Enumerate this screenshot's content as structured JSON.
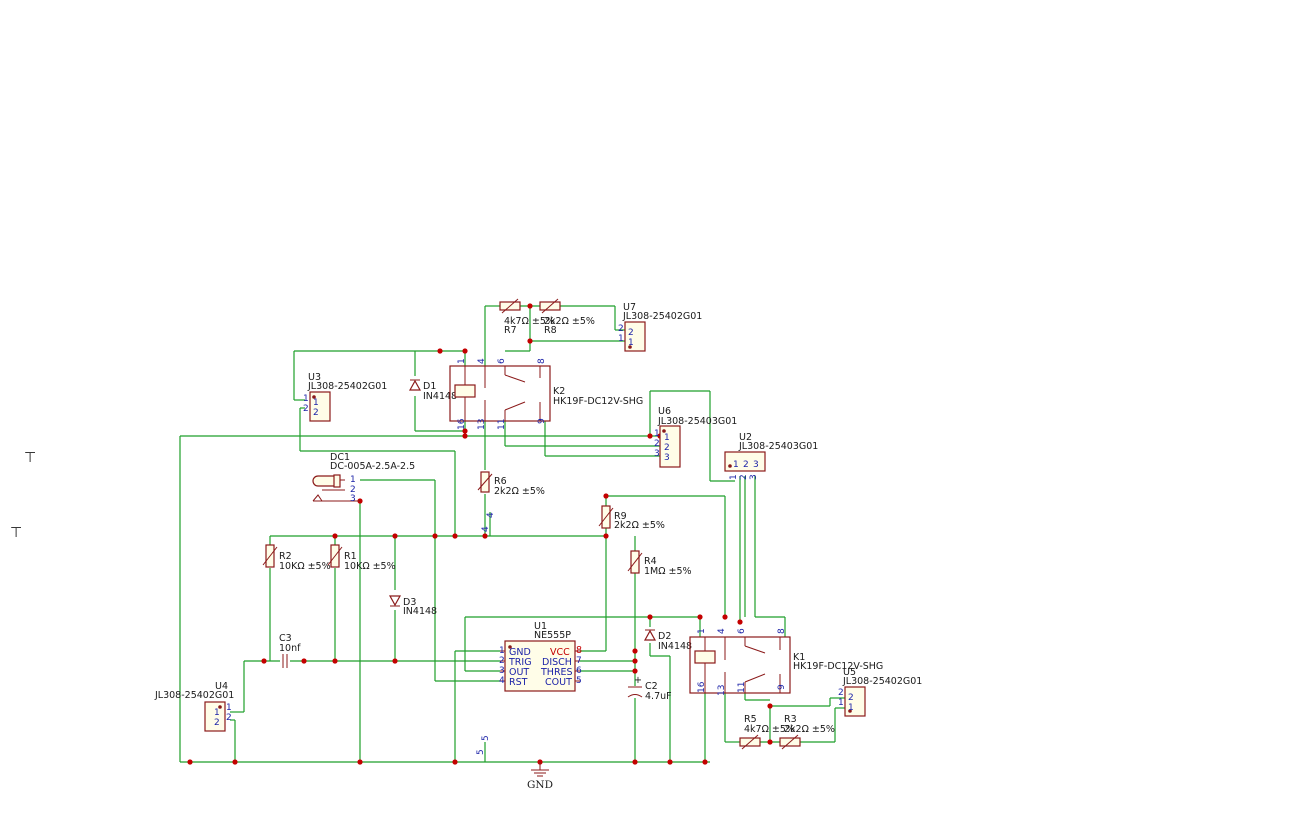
{
  "colors": {
    "wire": "#1e9f2a",
    "body": "#8b1a1a",
    "body_fill": "#fffde8",
    "junction": "#c40000",
    "pin_text": "#1d24a8",
    "text": "#1a1a1a",
    "power_pin": "#c40000"
  },
  "stray_marks": [
    "⊤",
    "⊤"
  ],
  "power": {
    "gnd_label": "GND"
  },
  "components": {
    "r7": {
      "ref": "R7",
      "value": "4k7Ω ±5%"
    },
    "r8": {
      "ref": "R8",
      "value": "2k2Ω ±5%"
    },
    "r6": {
      "ref": "R6",
      "value": "2k2Ω ±5%"
    },
    "r9": {
      "ref": "R9",
      "value": "2k2Ω ±5%"
    },
    "r4": {
      "ref": "R4",
      "value": "1MΩ ±5%"
    },
    "r2": {
      "ref": "R2",
      "value": "10KΩ ±5%"
    },
    "r1": {
      "ref": "R1",
      "value": "10KΩ ±5%"
    },
    "r5": {
      "ref": "R5",
      "value": "4k7Ω ±5%"
    },
    "r3": {
      "ref": "R3",
      "value": "2k2Ω ±5%"
    },
    "c3": {
      "ref": "C3",
      "value": "10nf"
    },
    "c2": {
      "ref": "C2",
      "value": "4.7uF",
      "polarity": "+"
    },
    "d1": {
      "ref": "D1",
      "value": "IN4148"
    },
    "d2": {
      "ref": "D2",
      "value": "IN4148"
    },
    "d3": {
      "ref": "D3",
      "value": "IN4148"
    },
    "k1": {
      "ref": "K1",
      "value": "HK19F-DC12V-SHG",
      "pins": [
        "1",
        "4",
        "6",
        "8",
        "16",
        "13",
        "11",
        "9"
      ]
    },
    "k2": {
      "ref": "K2",
      "value": "HK19F-DC12V-SHG",
      "pins": [
        "1",
        "4",
        "6",
        "8",
        "16",
        "13",
        "11",
        "9"
      ]
    },
    "u1": {
      "ref": "U1",
      "value": "NE555P",
      "left_pins": [
        {
          "num": "1",
          "name": "GND"
        },
        {
          "num": "2",
          "name": "TRIG"
        },
        {
          "num": "3",
          "name": "OUT"
        },
        {
          "num": "4",
          "name": "RST"
        }
      ],
      "right_pins": [
        {
          "num": "8",
          "name": "VCC"
        },
        {
          "num": "7",
          "name": "DISCH"
        },
        {
          "num": "6",
          "name": "THRES"
        },
        {
          "num": "5",
          "name": "COUT"
        }
      ]
    },
    "u2": {
      "ref": "U2",
      "value": "JL308-25403G01",
      "pins": [
        "1",
        "2",
        "3"
      ]
    },
    "u3": {
      "ref": "U3",
      "value": "JL308-25402G01",
      "pins": [
        "1",
        "2"
      ]
    },
    "u4": {
      "ref": "U4",
      "value": "JL308-25402G01",
      "pins": [
        "1",
        "2"
      ]
    },
    "u5": {
      "ref": "U5",
      "value": "JL308-25402G01",
      "pins": [
        "2",
        "1"
      ]
    },
    "u6": {
      "ref": "U6",
      "value": "JL308-25403G01",
      "pins": [
        "1",
        "2",
        "3"
      ]
    },
    "u7": {
      "ref": "U7",
      "value": "JL308-25402G01",
      "pins": [
        "2",
        "1"
      ]
    },
    "dc1": {
      "ref": "DC1",
      "value": "DC-005A-2.5A-2.5",
      "pins": [
        "1",
        "2",
        "3"
      ]
    }
  },
  "u1_extra_pins": [
    "4",
    "4",
    "5",
    "5"
  ]
}
